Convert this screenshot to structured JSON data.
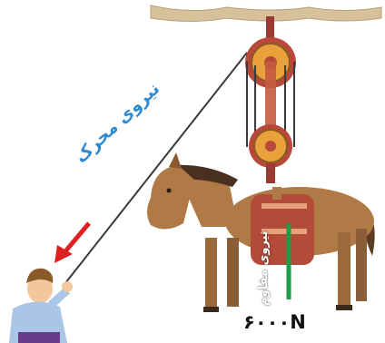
{
  "labels": {
    "effort_force": "نیروی محرک",
    "resistance_force": "نیروی مقاوم",
    "load_value": "۶۰۰۰N"
  },
  "colors": {
    "ceiling": "#d7c19a",
    "pulley_rim": "#b8483a",
    "pulley_fill": "#e9a23b",
    "rope": "#3a3a3a",
    "effort_arrow": "#e02020",
    "effort_text": "#2f8bd0",
    "resistance_arrow": "#1e9c46",
    "horse": "#b07a46",
    "load_bag": "#b24b38"
  },
  "icons": [
    "ceiling-beam",
    "pulley-block",
    "horse-illustration",
    "boy-figure",
    "force-arrow"
  ]
}
